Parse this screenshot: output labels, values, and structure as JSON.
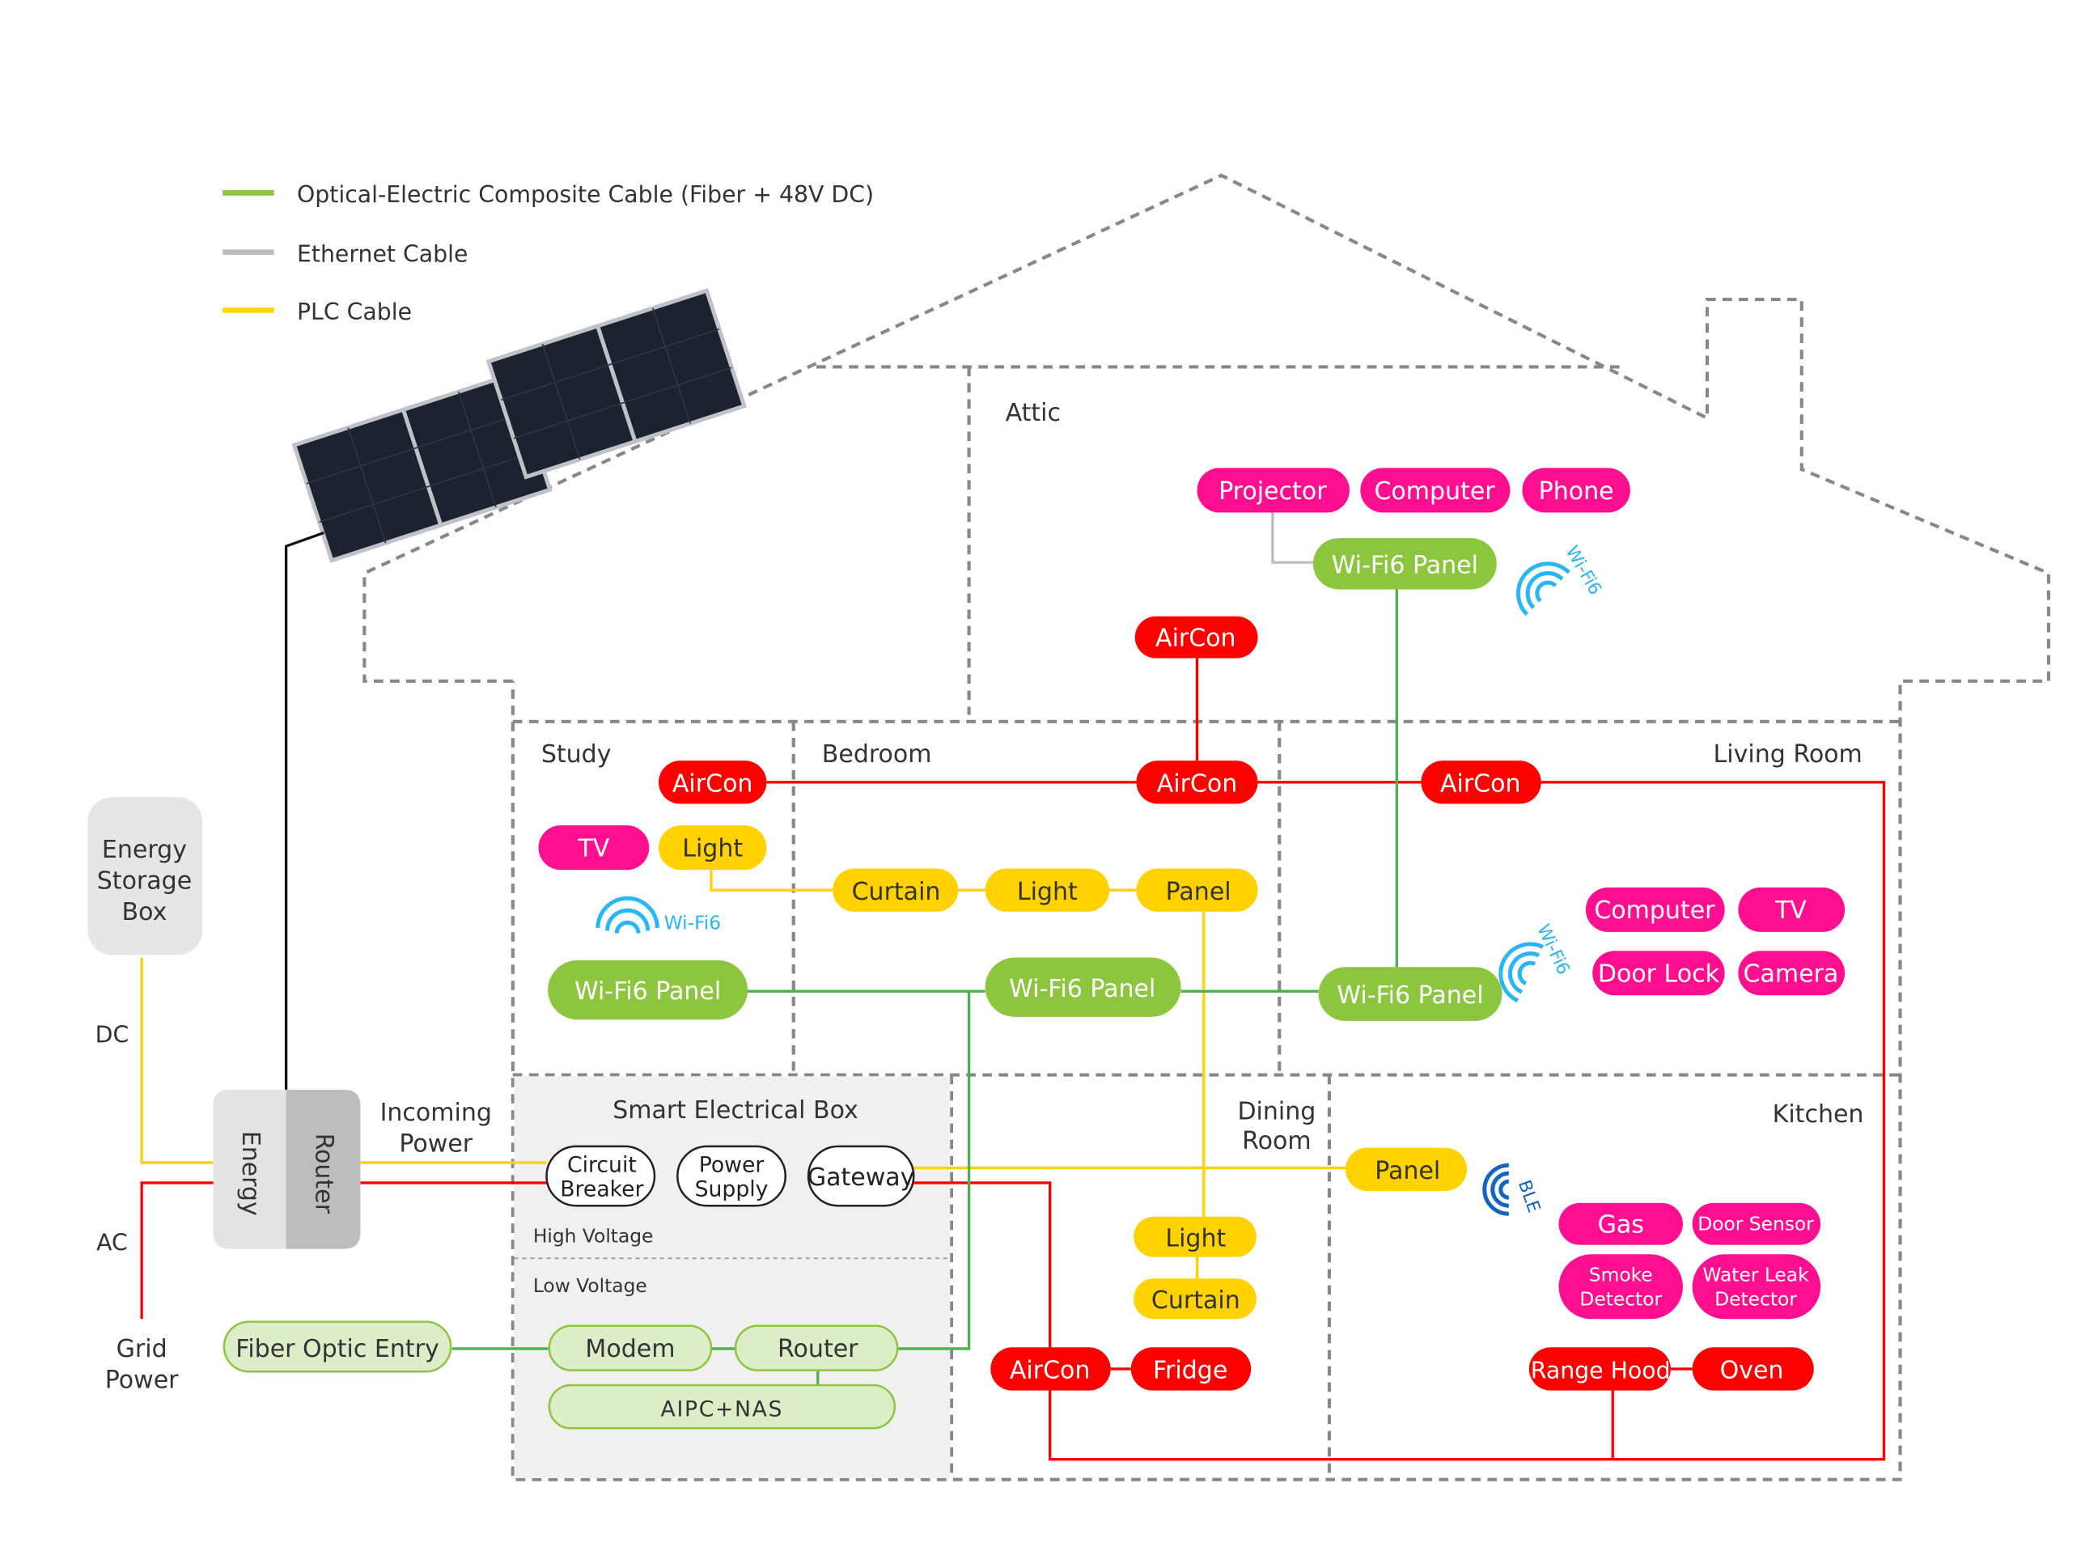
{
  "legend": [
    {
      "label": "Optical-Electric Composite Cable (Fiber + 48V DC)",
      "color": "#8cc63f"
    },
    {
      "label": "Ethernet Cable",
      "color": "#bdbdbd"
    },
    {
      "label": "PLC Cable",
      "color": "#ffd700"
    }
  ],
  "colors": {
    "device": "#ff0f8f",
    "hvac": "#ff0000",
    "plc": "#ffd200",
    "panel": "#8cc63f",
    "fiber": "#dcedc8",
    "wifi": "#29b6f6",
    "ble": "#1565c0"
  },
  "rooms": {
    "attic": "Attic",
    "study": "Study",
    "bedroom": "Bedroom",
    "living": "Living Room",
    "dining": "Dining Room",
    "kitchen": "Kitchen",
    "electrical_box": "Smart Electrical Box"
  },
  "external": {
    "energy_storage": "Energy Storage Box",
    "dc": "DC",
    "ac": "AC",
    "grid_power": "Grid Power",
    "incoming_power": "Incoming Power",
    "energy": "Energy",
    "router": "Router",
    "fiber_entry": "Fiber Optic Entry"
  },
  "electrical_box": {
    "circuit_breaker": "Circuit Breaker",
    "power_supply": "Power Supply",
    "gateway": "Gateway",
    "high_voltage": "High Voltage",
    "low_voltage": "Low Voltage",
    "modem": "Modem",
    "router": "Router",
    "aipc_nas": "AIPC+NAS"
  },
  "attic": {
    "projector": "Projector",
    "computer": "Computer",
    "phone": "Phone",
    "wifi_panel": "Wi-Fi6 Panel",
    "wifi_label": "Wi-Fi6",
    "aircon": "AirCon"
  },
  "study": {
    "aircon": "AirCon",
    "tv": "TV",
    "light": "Light",
    "wifi_label": "Wi-Fi6",
    "wifi_panel": "Wi-Fi6 Panel"
  },
  "bedroom": {
    "aircon": "AirCon",
    "curtain": "Curtain",
    "light": "Light",
    "panel": "Panel",
    "wifi_panel": "Wi-Fi6 Panel"
  },
  "living": {
    "aircon": "AirCon",
    "computer": "Computer",
    "tv": "TV",
    "door_lock": "Door Lock",
    "camera": "Camera",
    "wifi_label": "Wi-Fi6",
    "wifi_panel": "Wi-Fi6 Panel"
  },
  "dining": {
    "light": "Light",
    "curtain": "Curtain",
    "aircon": "AirCon",
    "fridge": "Fridge"
  },
  "kitchen": {
    "panel": "Panel",
    "ble_label": "BLE",
    "gas": "Gas",
    "door_sensor": "Door Sensor",
    "smoke_detector": "Smoke Detector",
    "water_leak": "Water Leak Detector",
    "range_hood": "Range Hood",
    "oven": "Oven"
  }
}
